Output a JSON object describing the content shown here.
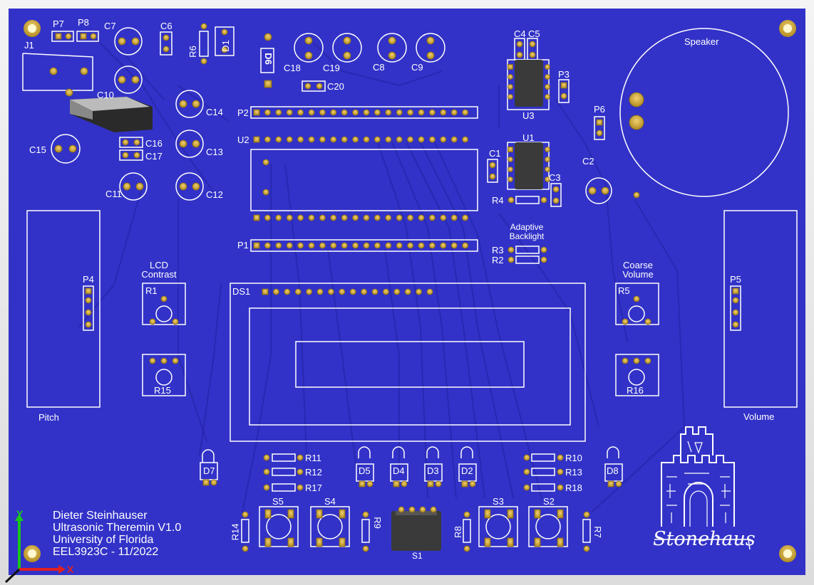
{
  "labels": {
    "j1": "J1",
    "p7": "P7",
    "p8": "P8",
    "c7": "C7",
    "c6": "C6",
    "r6": "R6",
    "d1": "D1",
    "d6": "D6",
    "c18": "C18",
    "c19": "C19",
    "c8": "C8",
    "c9": "C9",
    "c20": "C20",
    "c4": "C4",
    "c5": "C5",
    "u3": "U3",
    "p3": "P3",
    "p6": "P6",
    "speaker": "Speaker",
    "c10": "C10",
    "c14": "C14",
    "p2": "P2",
    "u2": "U2",
    "c15": "C15",
    "c16": "C16",
    "c17": "C17",
    "c13": "C13",
    "c11": "C11",
    "c12": "C12",
    "u1": "U1",
    "c1": "C1",
    "c3": "C3",
    "c2": "C2",
    "r4": "R4",
    "adaptive_backlight": "Adaptive\nBacklight",
    "r3": "R3",
    "r2": "R2",
    "p1": "P1",
    "p4": "P4",
    "p5": "P5",
    "lcd_contrast": "LCD\nContrast",
    "r1": "R1",
    "coarse_volume": "Coarse\nVolume",
    "r5": "R5",
    "ds1": "DS1",
    "r15": "R15",
    "r16": "R16",
    "pitch": "Pitch",
    "volume": "Volume",
    "d7": "D7",
    "r11": "R11",
    "r12": "R12",
    "r17": "R17",
    "d5": "D5",
    "d4": "D4",
    "d3": "D3",
    "d2": "D2",
    "r10": "R10",
    "r13": "R13",
    "r18": "R18",
    "d8": "D8",
    "s5": "S5",
    "s4": "S4",
    "s3": "S3",
    "s2": "S2",
    "r14": "R14",
    "r9": "R9",
    "r8": "R8",
    "r7": "R7",
    "s1": "S1",
    "axis_y": "Y",
    "axis_x": "X",
    "logo_text": "Stonehaus"
  },
  "credits": {
    "line1": "Dieter Steinhauser",
    "line2": "Ultrasonic Theremin V1.0",
    "line3": "University of Florida",
    "line4": "EEL3923C - 11/2022"
  },
  "colors": {
    "board": "#3232c8",
    "silkscreen": "#ffffff",
    "pad": "#d4b040",
    "trace": "#2a2ab4",
    "chip": "#3c3c3c"
  }
}
